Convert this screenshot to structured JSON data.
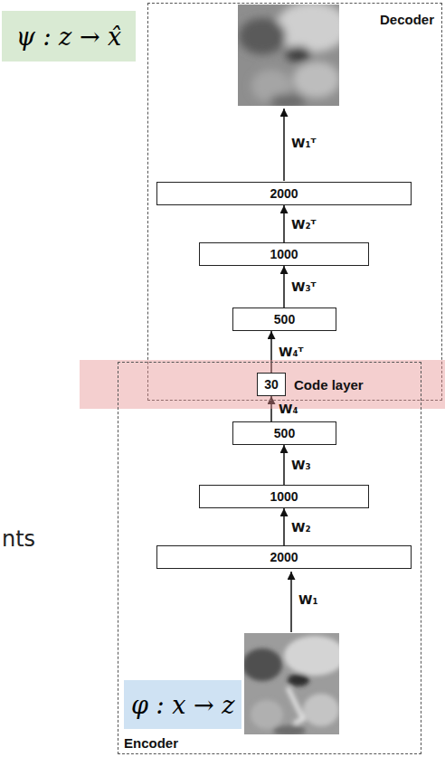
{
  "diagram": {
    "nodes": [
      {
        "text": [
          "Decoder"
        ]
      },
      {
        "text": [
          "ψ : z → x̂"
        ]
      },
      {
        "text": [
          "2000"
        ],
        "in": 0
      },
      {
        "text": [
          "1000"
        ],
        "in": 0
      },
      {
        "text": [
          "500"
        ],
        "in": 0
      },
      {
        "text": [
          "Code layer"
        ]
      },
      {
        "text": [
          "30"
        ],
        "in": 5
      },
      {
        "text": [
          "Encoder"
        ]
      },
      {
        "text": [
          "500"
        ],
        "in": 7
      },
      {
        "text": [
          "1000"
        ],
        "in": 7
      },
      {
        "text": [
          "2000"
        ],
        "in": 7
      },
      {
        "text": [
          "φ : x → z"
        ],
        "in": 7
      }
    ],
    "edges": [
      {
        "from": 10,
        "to": 9,
        "label": "W₂",
        "arrow": "to"
      },
      {
        "from": 9,
        "to": 8,
        "label": "W₃",
        "arrow": "to"
      },
      {
        "from": 8,
        "to": 6,
        "label": "W₄",
        "arrow": "to"
      },
      {
        "from": 6,
        "to": 4,
        "label": "W₄ᵀ",
        "arrow": "to"
      },
      {
        "from": 4,
        "to": 3,
        "label": "W₃ᵀ",
        "arrow": "to"
      },
      {
        "from": 3,
        "to": 2,
        "label": "W₂ᵀ",
        "arrow": "to"
      }
    ],
    "labels": [
      "W₁ᵀ",
      "nts",
      "W₁"
    ]
  }
}
